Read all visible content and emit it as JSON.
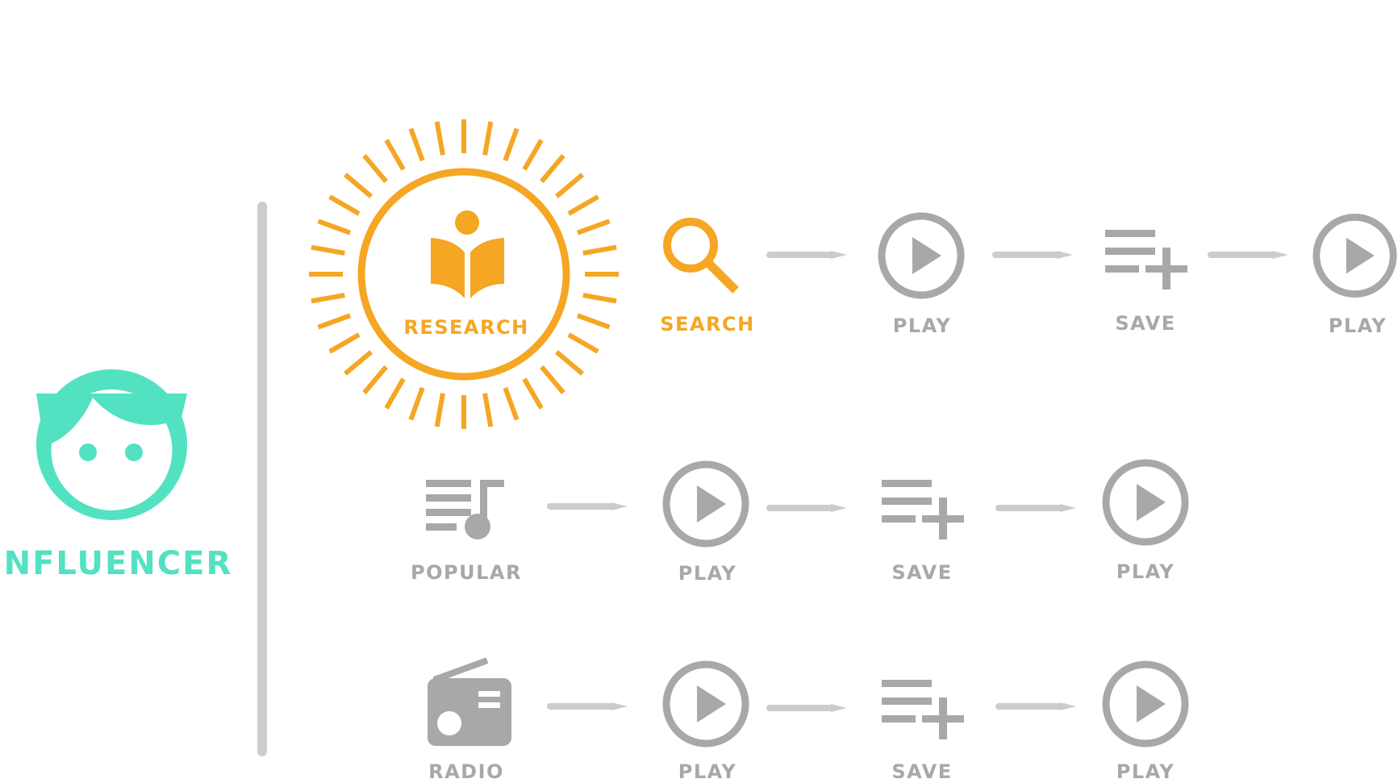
{
  "colors": {
    "teal": "#52e2c2",
    "orange": "#f5a623",
    "icon_gray": "#a8a8a8",
    "line_gray": "#cccccc"
  },
  "persona": {
    "label": "INFLUENCER",
    "icon": "face-icon"
  },
  "flows": [
    {
      "steps": [
        {
          "label": "RESEARCH",
          "icon": "book-reader-icon",
          "highlight": true
        },
        {
          "label": "SEARCH",
          "icon": "search-icon",
          "highlight": true
        },
        {
          "label": "PLAY",
          "icon": "play-icon"
        },
        {
          "label": "SAVE",
          "icon": "playlist-add-icon"
        },
        {
          "label": "PLAY",
          "icon": "play-icon"
        }
      ]
    },
    {
      "steps": [
        {
          "label": "POPULAR",
          "icon": "music-list-icon"
        },
        {
          "label": "PLAY",
          "icon": "play-icon"
        },
        {
          "label": "SAVE",
          "icon": "playlist-add-icon"
        },
        {
          "label": "PLAY",
          "icon": "play-icon"
        }
      ]
    },
    {
      "steps": [
        {
          "label": "RADIO",
          "icon": "radio-icon"
        },
        {
          "label": "PLAY",
          "icon": "play-icon"
        },
        {
          "label": "SAVE",
          "icon": "playlist-add-icon"
        },
        {
          "label": "PLAY",
          "icon": "play-icon"
        }
      ]
    }
  ]
}
